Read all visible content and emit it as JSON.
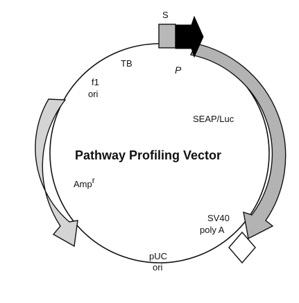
{
  "diagram": {
    "title": "Pathway Profiling Vector",
    "features": {
      "s": {
        "label": "S",
        "fill": "#b8b8b8"
      },
      "p": {
        "label": "P",
        "fill": "#000000"
      },
      "tb": {
        "label": "TB"
      },
      "f1": {
        "line1": "f1",
        "line2": "ori"
      },
      "reporter": {
        "label": "SEAP/Luc",
        "fill": "#b3b3b3"
      },
      "amp": {
        "label": "Amp",
        "superscript": "r",
        "fill": "#d4d4d4"
      },
      "sv40": {
        "line1": "SV40",
        "line2": "poly A"
      },
      "puc": {
        "line1": "pUC",
        "line2": "ori"
      }
    },
    "colors": {
      "line": "#111111",
      "background": "#ffffff"
    }
  }
}
